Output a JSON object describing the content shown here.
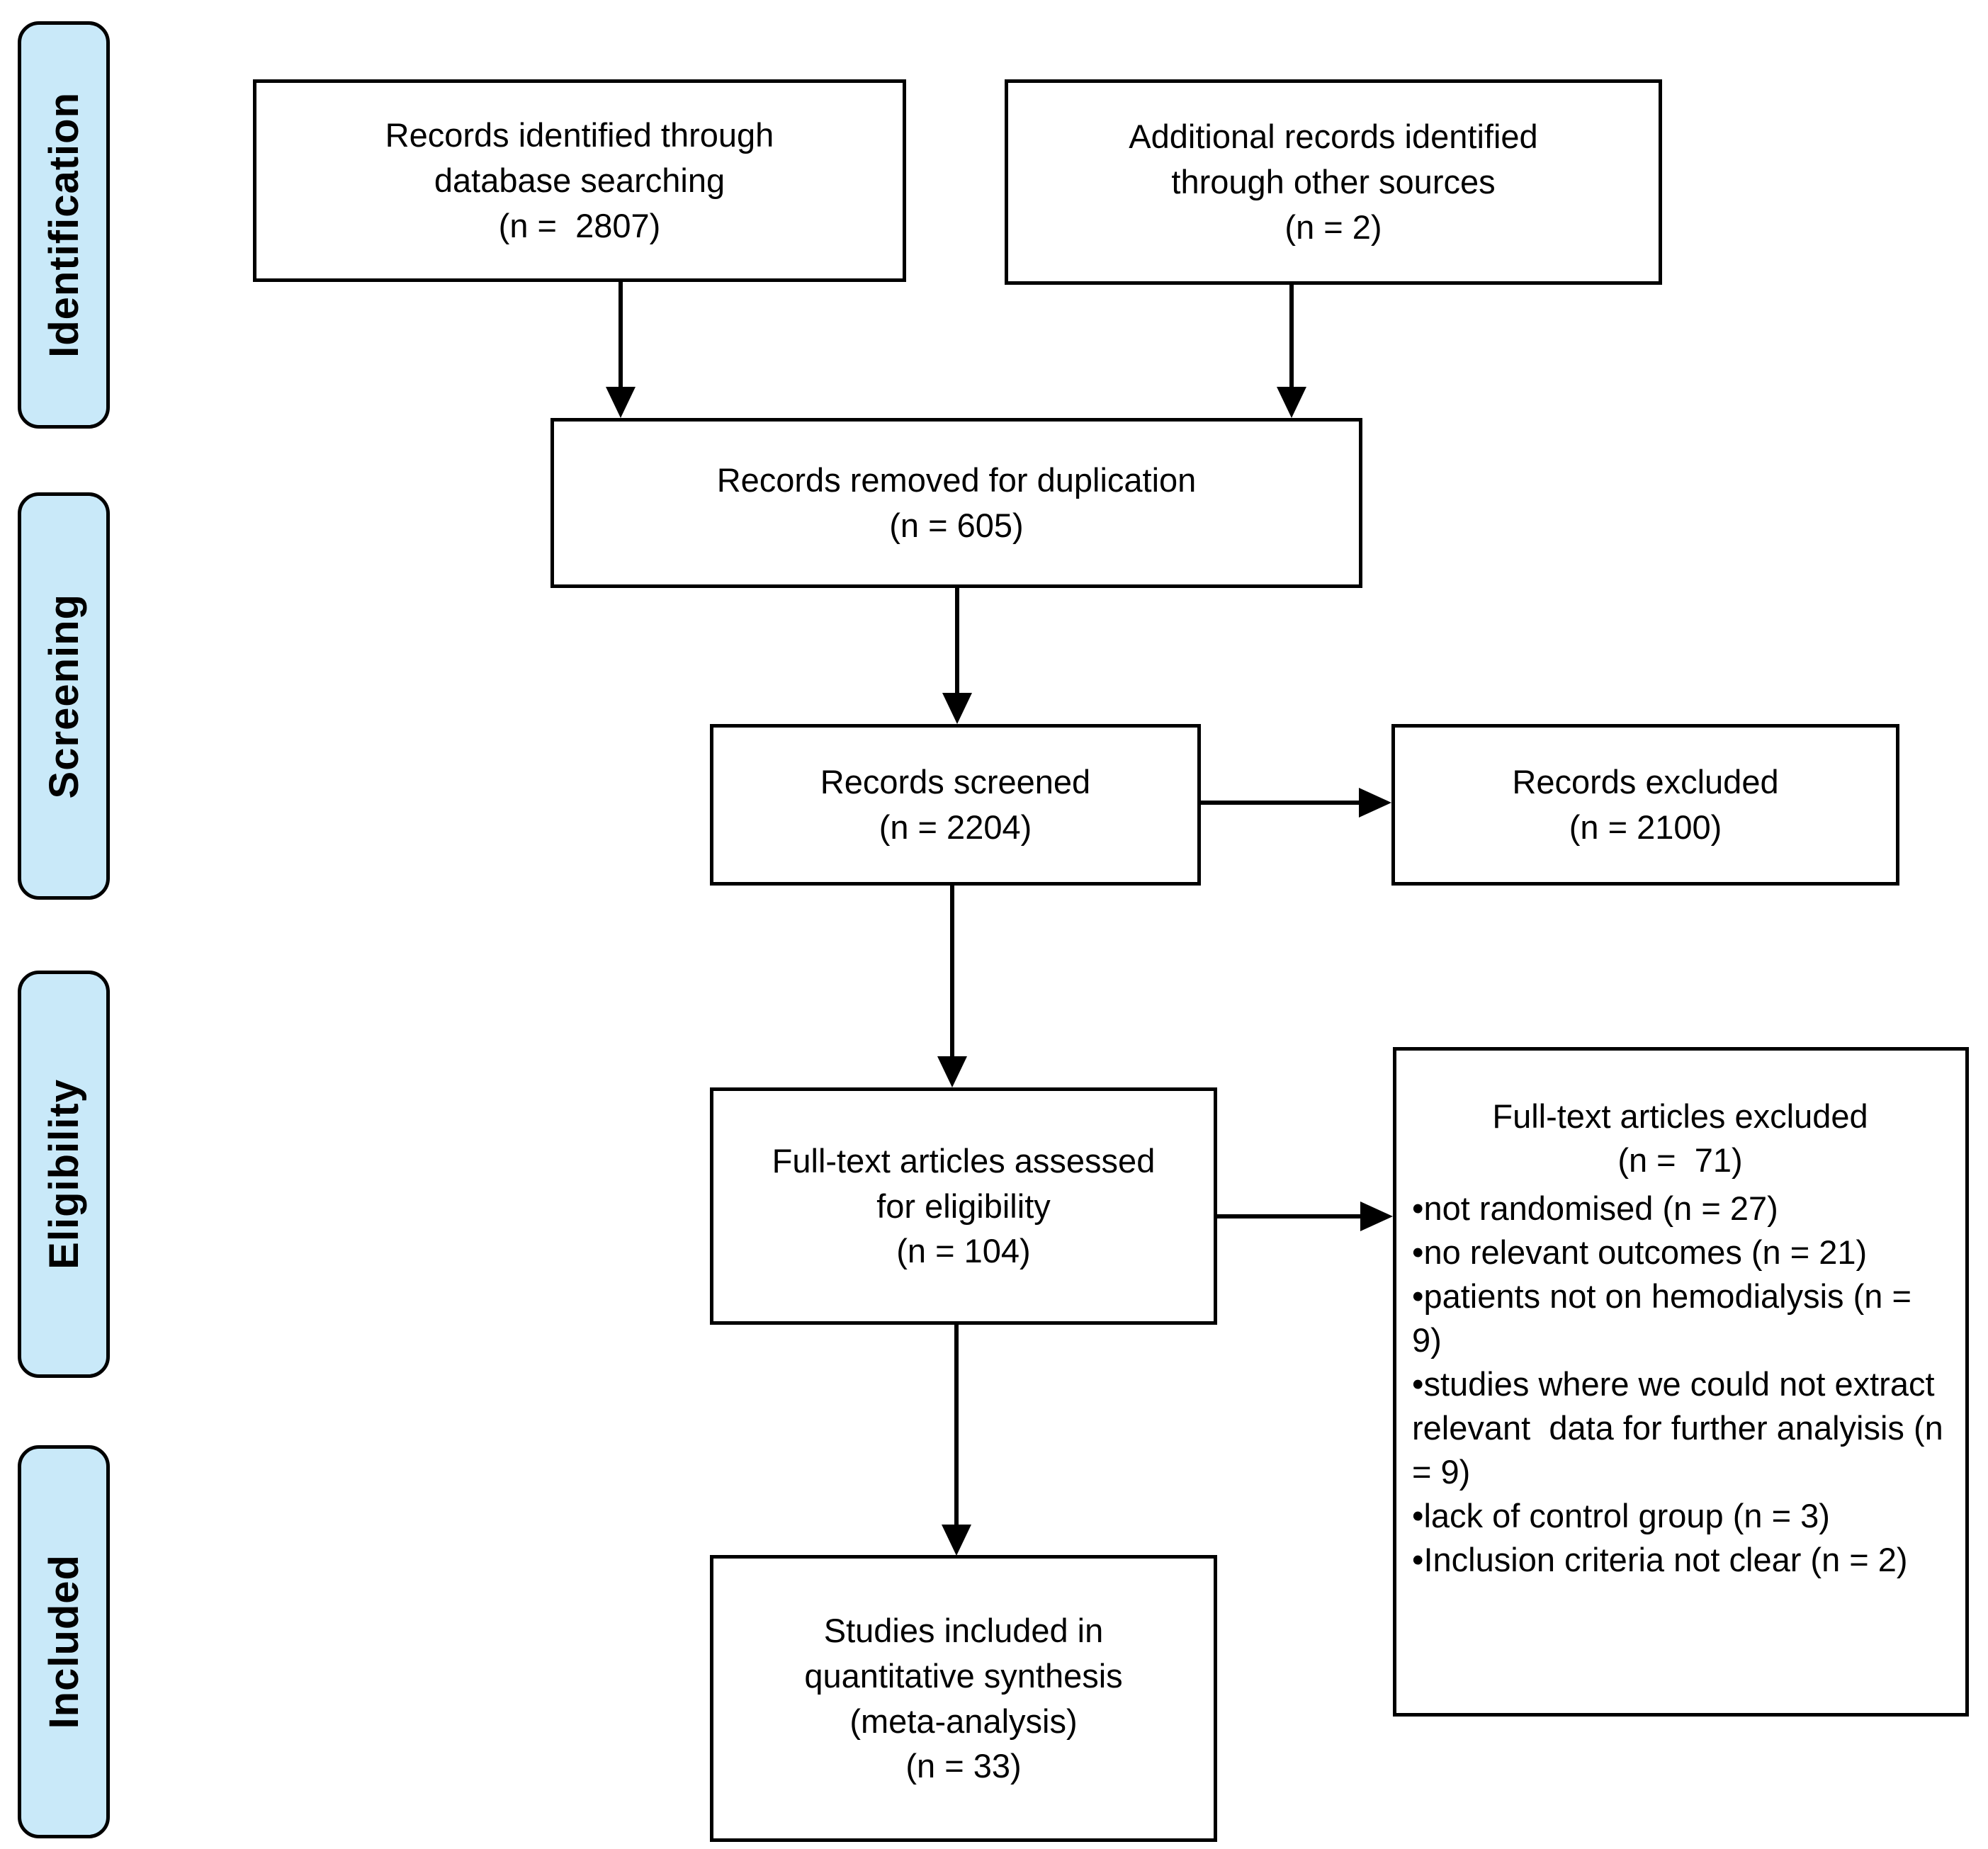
{
  "palette": {
    "stage_fill": "#c9e9f9",
    "stroke": "#000000",
    "box_fill": "#ffffff"
  },
  "glyphs": {
    "bullet": "•"
  },
  "stages": [
    {
      "label": "Identification"
    },
    {
      "label": "Screening"
    },
    {
      "label": "Eligibility"
    },
    {
      "label": "Included"
    }
  ],
  "boxes": {
    "identified": {
      "text": "Records identified through\ndatabase searching\n(n =  2807)"
    },
    "additional": {
      "text": "Additional records identified\nthrough other sources\n(n = 2)"
    },
    "deduplicated": {
      "text": "Records removed for duplication\n(n = 605)"
    },
    "screened": {
      "text": "Records screened\n(n = 2204)"
    },
    "records_excluded": {
      "text": "Records excluded\n(n = 2100)"
    },
    "fulltext_assessed": {
      "text": "Full-text articles assessed\nfor eligibility\n(n = 104)"
    },
    "fulltext_excluded": {
      "title": "Full-text articles excluded",
      "count": "(n =  71)",
      "bullets": [
        "not randomised (n = 27)",
        "no relevant outcomes (n = 21)",
        "patients not on hemodialysis (n = 9)",
        "studies where we could not extract relevant  data for further analyisis (n = 9)",
        "lack of control group (n = 3)",
        "Inclusion criteria not clear (n = 2)"
      ]
    },
    "included_studies": {
      "text": "Studies included in\nquantitative synthesis\n(meta-analysis)\n(n = 33)"
    }
  }
}
